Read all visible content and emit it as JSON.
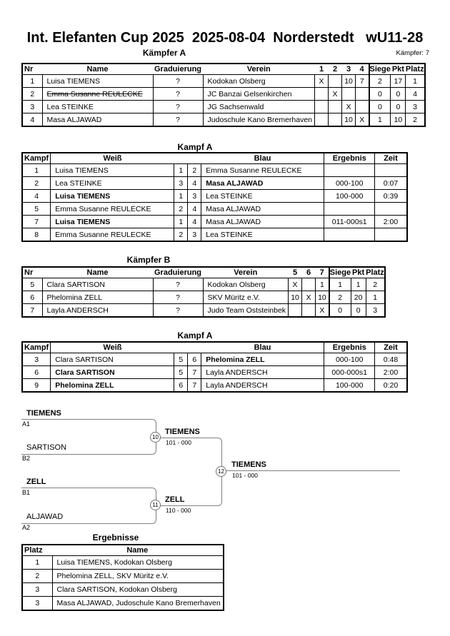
{
  "colors": {
    "table_border": "#000000",
    "bracket_line": "#808080"
  },
  "page": {
    "title": "Int. Elefanten Cup 2025  2025-08-04  Norderstedt   wU11-28",
    "fighter_count": "Kämpfer: 7"
  },
  "pool_a": {
    "title": "Kämpfer A",
    "headers": [
      "Nr",
      "Name",
      "Graduierung",
      "Verein",
      "1",
      "2",
      "3",
      "4",
      "Siege",
      "Pkt",
      "Platz"
    ],
    "rows": [
      {
        "nr": "1",
        "name": "Luisa TIEMENS",
        "grad": "?",
        "verein": "Kodokan Olsberg",
        "marks": [
          "X",
          "",
          "10",
          "7"
        ],
        "siege": "2",
        "pkt": "17",
        "platz": "1"
      },
      {
        "nr": "2",
        "name": "Emma Susanne REULECKE",
        "grad": "?",
        "verein": "JC Banzai Gelsenkirchen",
        "marks": [
          "",
          "X",
          "",
          ""
        ],
        "siege": "0",
        "pkt": "0",
        "platz": "4"
      },
      {
        "nr": "3",
        "name": "Lea STEINKE",
        "grad": "?",
        "verein": "JG Sachsenwald",
        "marks": [
          "",
          "",
          "X",
          ""
        ],
        "siege": "0",
        "pkt": "0",
        "platz": "3"
      },
      {
        "nr": "4",
        "name": "Masa ALJAWAD",
        "grad": "?",
        "verein": "Judoschule Kano Bremerhaven",
        "marks": [
          "",
          "",
          "10",
          "X"
        ],
        "siege": "1",
        "pkt": "10",
        "platz": "2"
      }
    ]
  },
  "fights_a": {
    "title": "Kampf A",
    "headers": [
      "Kampf",
      "Weiß",
      "Blau",
      "Ergebnis",
      "Zeit"
    ],
    "rows": [
      {
        "kampf": "1",
        "weiss": "Luisa TIEMENS",
        "weiss_nr": "1",
        "blau_nr": "2",
        "blau": "Emma Susanne REULECKE",
        "ergebnis": "",
        "zeit": ""
      },
      {
        "kampf": "2",
        "weiss": "Lea STEINKE",
        "weiss_nr": "3",
        "blau_nr": "4",
        "blau": "Masa ALJAWAD",
        "ergebnis": "000-100",
        "zeit": "0:07"
      },
      {
        "kampf": "4",
        "weiss": "Luisa TIEMENS",
        "weiss_nr": "1",
        "blau_nr": "3",
        "blau": "Lea STEINKE",
        "ergebnis": "100-000",
        "zeit": "0:39"
      },
      {
        "kampf": "5",
        "weiss": "Emma Susanne REULECKE",
        "weiss_nr": "2",
        "blau_nr": "4",
        "blau": "Masa ALJAWAD",
        "ergebnis": "",
        "zeit": ""
      },
      {
        "kampf": "7",
        "weiss": "Luisa TIEMENS",
        "weiss_nr": "1",
        "blau_nr": "4",
        "blau": "Masa ALJAWAD",
        "ergebnis": "011-000s1",
        "zeit": "2:00"
      },
      {
        "kampf": "8",
        "weiss": "Emma Susanne REULECKE",
        "weiss_nr": "2",
        "blau_nr": "3",
        "blau": "Lea STEINKE",
        "ergebnis": "",
        "zeit": ""
      }
    ]
  },
  "pool_b": {
    "title": "Kämpfer B",
    "headers": [
      "Nr",
      "Name",
      "Graduierung",
      "Verein",
      "5",
      "6",
      "7",
      "Siege",
      "Pkt",
      "Platz"
    ],
    "rows": [
      {
        "nr": "5",
        "name": "Clara SARTISON",
        "grad": "?",
        "verein": "Kodokan Olsberg",
        "marks": [
          "X",
          "",
          "1"
        ],
        "siege": "1",
        "pkt": "1",
        "platz": "2"
      },
      {
        "nr": "6",
        "name": "Phelomina ZELL",
        "grad": "?",
        "verein": "SKV Müritz e.V.",
        "marks": [
          "10",
          "X",
          "10"
        ],
        "siege": "2",
        "pkt": "20",
        "platz": "1"
      },
      {
        "nr": "7",
        "name": "Layla ANDERSCH",
        "grad": "?",
        "verein": "Judo Team Oststeinbek",
        "marks": [
          "",
          "",
          "X"
        ],
        "siege": "0",
        "pkt": "0",
        "platz": "3"
      }
    ]
  },
  "fights_b": {
    "title": "Kampf A",
    "headers": [
      "Kampf",
      "Weiß",
      "Blau",
      "Ergebnis",
      "Zeit"
    ],
    "rows": [
      {
        "kampf": "3",
        "weiss": "Clara SARTISON",
        "weiss_nr": "5",
        "blau_nr": "6",
        "blau": "Phelomina ZELL",
        "ergebnis": "000-100",
        "zeit": "0:48"
      },
      {
        "kampf": "6",
        "weiss": "Clara SARTISON",
        "weiss_nr": "5",
        "blau_nr": "7",
        "blau": "Layla ANDERSCH",
        "ergebnis": "000-000s1",
        "zeit": "2:00"
      },
      {
        "kampf": "9",
        "weiss": "Phelomina ZELL",
        "weiss_nr": "6",
        "blau_nr": "7",
        "blau": "Layla ANDERSCH",
        "ergebnis": "100-000",
        "zeit": "0:20"
      }
    ]
  },
  "bracket": {
    "entries": [
      {
        "name": "TIEMENS",
        "seed": "A1"
      },
      {
        "name": "SARTISON",
        "seed": "B2"
      },
      {
        "name": "ZELL",
        "seed": "B1"
      },
      {
        "name": "ALJAWAD",
        "seed": "A2"
      }
    ],
    "matches": [
      {
        "nr": "10",
        "winner": "TIEMENS",
        "score": "101 - 000"
      },
      {
        "nr": "11",
        "winner": "ZELL",
        "score": "110 - 000"
      },
      {
        "nr": "12",
        "winner": "TIEMENS",
        "score": "101 - 000"
      }
    ]
  },
  "results": {
    "title": "Ergebnisse",
    "headers": [
      "Platz",
      "Name"
    ],
    "rows": [
      {
        "platz": "1",
        "name": "Luisa TIEMENS, Kodokan Olsberg"
      },
      {
        "platz": "2",
        "name": "Phelomina ZELL, SKV Müritz e.V."
      },
      {
        "platz": "3",
        "name": "Clara SARTISON, Kodokan Olsberg"
      },
      {
        "platz": "3",
        "name": "Masa ALJAWAD, Judoschule Kano Bremerhaven"
      }
    ]
  }
}
